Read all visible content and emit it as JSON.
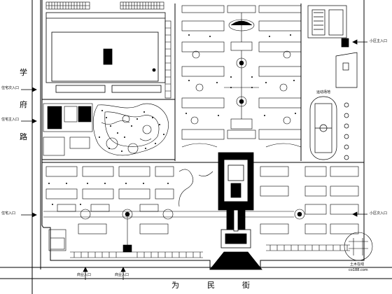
{
  "map": {
    "roads": {
      "west_road_chars": [
        "学",
        "府",
        "路"
      ],
      "south_road_chars": [
        "为",
        "民",
        "街"
      ]
    },
    "labels": {
      "west_entrance_top": "住宅次入口",
      "west_entrance_mid": "住宅主入口",
      "west_entrance_low": "住宅入口",
      "east_entrance_top": "小区主入口",
      "east_entrance_low": "小区次入口",
      "south_entrance": "商业入口",
      "south_entrance_2": "商业入口",
      "sports_label": "运动场地",
      "watermark": "土木在线",
      "watermark_url": "co188.com"
    }
  }
}
